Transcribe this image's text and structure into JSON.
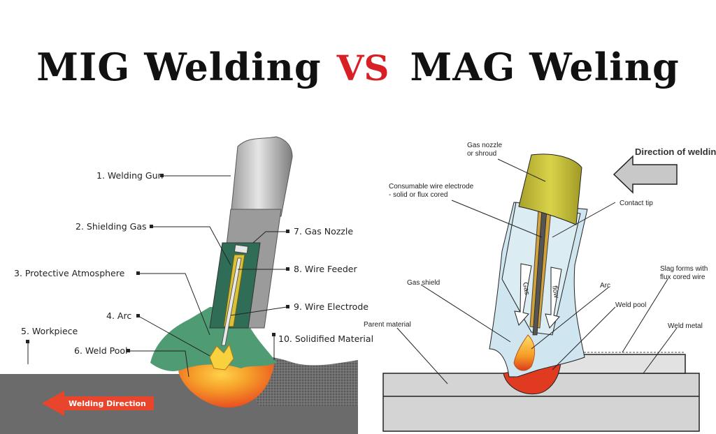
{
  "title": {
    "left": "MIG Welding",
    "vs": "VS",
    "right": "MAG Weling"
  },
  "mig": {
    "labels": {
      "welding_gun": "1. Welding Gun",
      "shielding_gas": "2. Shielding Gas",
      "protective_atmosphere": "3. Protective Atmosphere",
      "arc": "4. Arc",
      "workpiece": "5. Workpiece",
      "weld_pool": "6. Weld Pool",
      "gas_nozzle": "7. Gas Nozzle",
      "wire_feeder": "8. Wire Feeder",
      "wire_electrode": "9. Wire Electrode",
      "solidified_material": "10. Solidified Material",
      "direction": "Welding Direction"
    }
  },
  "mag": {
    "labels": {
      "gas_nozzle_1": "Gas nozzle",
      "gas_nozzle_2": "or shroud",
      "wire_electrode_1": "Consumable wire electrode",
      "wire_electrode_2": "- solid or flux cored",
      "direction": "Direction of welding",
      "contact_tip": "Contact tip",
      "gas_shield": "Gas shield",
      "arc": "Arc",
      "slag_1": "Slag forms with",
      "slag_2": "flux cored wire",
      "parent_material": "Parent material",
      "weld_pool": "Weld pool",
      "weld_metal": "Weld metal",
      "gas_text": "Gas",
      "flow_text": "flow"
    }
  },
  "colors": {
    "title_accent": "#d81f26",
    "arrow_red": "#e8452c",
    "nozzle_yellow": "#c9c23a",
    "weld_orange": "#f07a1e"
  }
}
